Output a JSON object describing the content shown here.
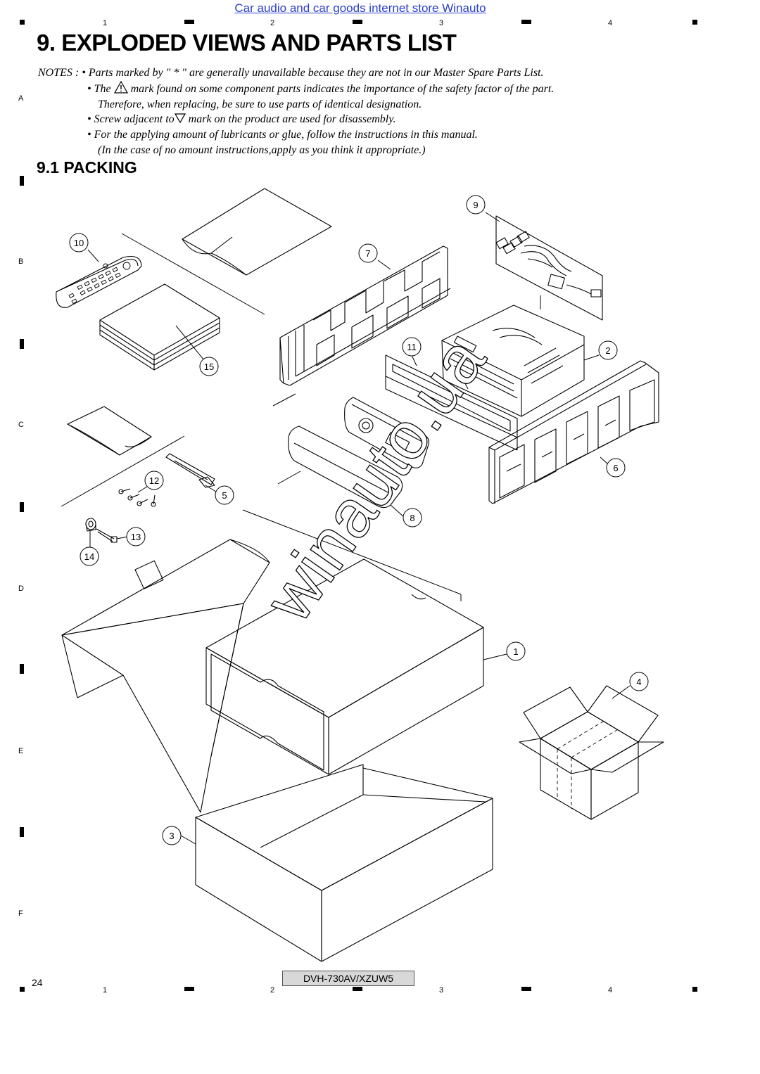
{
  "header": {
    "store_link": "Car audio and car goods internet store Winauto"
  },
  "grid": {
    "columns": [
      "1",
      "2",
      "3",
      "4"
    ],
    "rows": [
      "A",
      "B",
      "C",
      "D",
      "E",
      "F"
    ]
  },
  "section": {
    "title": "9. EXPLODED VIEWS AND PARTS LIST",
    "subtitle": "9.1  PACKING"
  },
  "notes": {
    "line1": "NOTES : • Parts marked by  \" * \"  are generally unavailable because they are not in our Master Spare Parts List.",
    "line2a": "• The",
    "line2b": "mark found on some component parts indicates the importance of the safety factor of the part.",
    "line3": "Therefore, when replacing, be sure to use parts of identical designation.",
    "line4a": "• Screw adjacent to",
    "line4b": "mark on the product are used for disassembly.",
    "line5": "• For the applying amount of lubricants or glue, follow the instructions in this manual.",
    "line6": "(In the case of no amount instructions,apply as you think it appropriate.)"
  },
  "diagram": {
    "watermark": "winauto.ua",
    "callouts": [
      "1",
      "2",
      "3",
      "4",
      "5",
      "6",
      "7",
      "8",
      "9",
      "10",
      "11",
      "12",
      "13",
      "14",
      "15"
    ]
  },
  "footer": {
    "page_number": "24",
    "model": "DVH-730AV/XZUW5"
  }
}
